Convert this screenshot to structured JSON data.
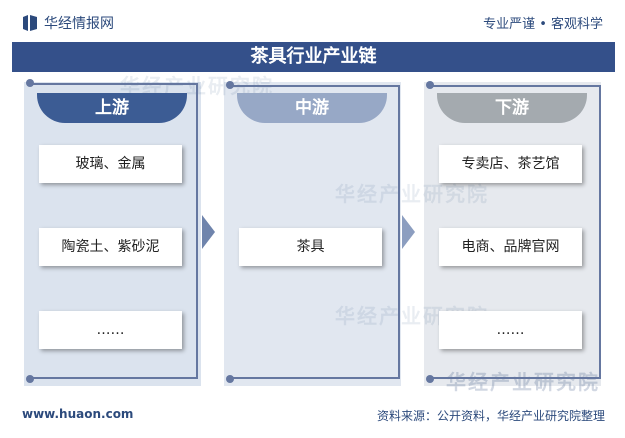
{
  "header": {
    "brand": "华经情报网",
    "tagline": "专业严谨 • 客观科学"
  },
  "title": "茶具行业产业链",
  "columns": [
    {
      "heading": "上游",
      "items": [
        "玻璃、金属",
        "陶瓷土、紫砂泥",
        "……"
      ]
    },
    {
      "heading": "中游",
      "items": [
        "茶具"
      ]
    },
    {
      "heading": "下游",
      "items": [
        "专卖店、茶艺馆",
        "电商、品牌官网",
        "……"
      ]
    }
  ],
  "watermark": "华经产业研究院",
  "footer": {
    "website": "www.huaon.com",
    "source": "资料来源：公开资料，华经产业研究院整理"
  },
  "colors": {
    "title_bar": "#34508a",
    "upstream_head": "#3c5c94",
    "midstream_head": "#97a8c6",
    "downstream_head": "#a4aaaf",
    "bracket": "#6577a0"
  }
}
